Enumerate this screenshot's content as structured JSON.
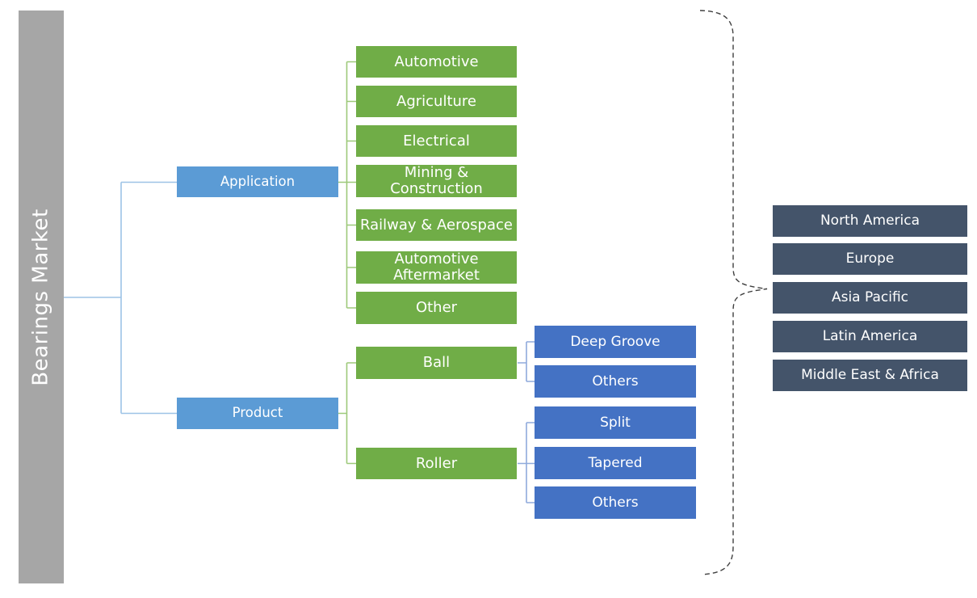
{
  "diagram": {
    "root": {
      "label": "Bearings Market"
    },
    "branches": [
      {
        "label": "Application",
        "children": [
          {
            "label": "Automotive"
          },
          {
            "label": "Agriculture"
          },
          {
            "label": "Electrical"
          },
          {
            "label": "Mining & Construction"
          },
          {
            "label": "Railway & Aerospace"
          },
          {
            "label": "Automotive Aftermarket"
          },
          {
            "label": "Other"
          }
        ]
      },
      {
        "label": "Product",
        "children": [
          {
            "label": "Ball",
            "children": [
              {
                "label": "Deep Groove"
              },
              {
                "label": "Others"
              }
            ]
          },
          {
            "label": "Roller",
            "children": [
              {
                "label": "Split"
              },
              {
                "label": "Tapered"
              },
              {
                "label": "Others"
              }
            ]
          }
        ]
      }
    ],
    "regions": [
      "North America",
      "Europe",
      "Asia Pacific",
      "Latin America",
      "Middle East & Africa"
    ],
    "colors": {
      "root_bar": "#a6a6a6",
      "branch_box": "#5b9bd5",
      "category_box": "#70ad47",
      "subtype_box": "#4472c4",
      "region_box": "#44546a",
      "trunk_line": "#9dc3e6",
      "green_line": "#9dc97a",
      "blue_line": "#8faadc",
      "brace_line": "#3f3f3f",
      "text": "#ffffff"
    }
  }
}
